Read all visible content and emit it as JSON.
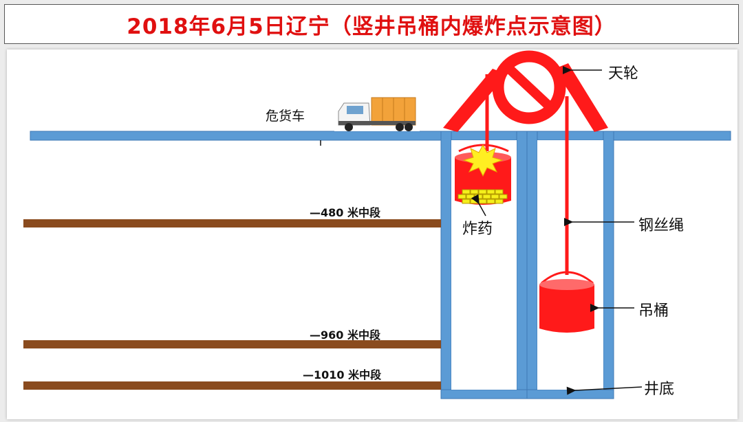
{
  "title": "2018年6月5日辽宁（竖井吊桶内爆炸点示意图）",
  "labels": {
    "truck": "危货车",
    "sheave": "天轮",
    "rope": "钢丝绳",
    "bucket": "吊桶",
    "explosive": "炸药",
    "shaft_bottom": "井底",
    "level_480": "—480 米中段",
    "level_960": "—960 米中段",
    "level_1010": "—1010 米中段"
  },
  "colors": {
    "surface": "#5b9bd5",
    "level": "#8a4b1e",
    "hoist": "#ff1a1a",
    "explosive": "#f5ef1b",
    "title": "#e01010"
  }
}
